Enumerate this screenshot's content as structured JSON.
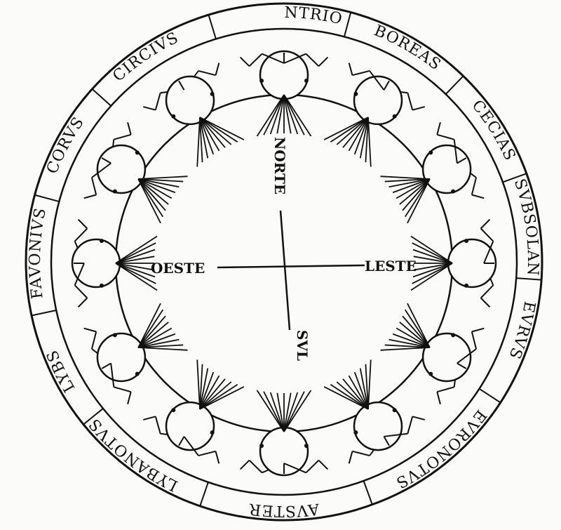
{
  "title": "Wind rose woodcut",
  "ink_color": "#111111",
  "paper_color": "#fbfbf9",
  "winds": [
    {
      "name": "SERTENTRIO",
      "angle": 0
    },
    {
      "name": "BOREAS",
      "angle": 30
    },
    {
      "name": "CECIAS",
      "angle": 58
    },
    {
      "name": "SVBSOLAN",
      "angle": 82
    },
    {
      "name": "EVRVS",
      "angle": 106
    },
    {
      "name": "EVRONOTVS",
      "angle": 140
    },
    {
      "name": "AVSTER",
      "angle": 180
    },
    {
      "name": "LYBANOTVS",
      "angle": 218
    },
    {
      "name": "LYBS",
      "angle": 244
    },
    {
      "name": "FAVONIVS",
      "angle": 272
    },
    {
      "name": "CORVS",
      "angle": 298
    },
    {
      "name": "CIRCIVS",
      "angle": 326
    }
  ],
  "directions": {
    "north": "NORTE",
    "east": "LESTE",
    "south": "SVL",
    "west": "OESTE"
  }
}
